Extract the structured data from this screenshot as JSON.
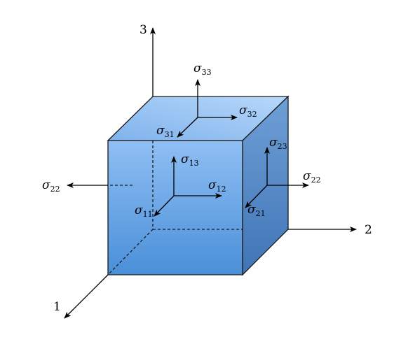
{
  "axes": {
    "axis_1": "1",
    "axis_2": "2",
    "axis_3": "3"
  },
  "stress_labels": {
    "s33": {
      "symbol": "σ",
      "sub": "33"
    },
    "s32": {
      "symbol": "σ",
      "sub": "32"
    },
    "s31": {
      "symbol": "σ",
      "sub": "31"
    },
    "s23": {
      "symbol": "σ",
      "sub": "23"
    },
    "s22_right": {
      "symbol": "σ",
      "sub": "22"
    },
    "s21": {
      "symbol": "σ",
      "sub": "21"
    },
    "s13": {
      "symbol": "σ",
      "sub": "13"
    },
    "s12": {
      "symbol": "σ",
      "sub": "12"
    },
    "s11": {
      "symbol": "σ",
      "sub": "11"
    },
    "s22_left": {
      "symbol": "σ",
      "sub": "22"
    }
  },
  "colors": {
    "cube_front_top": "#8fbff4",
    "cube_front_bottom": "#4a8fd8",
    "cube_top_light": "#b8d8fa",
    "cube_top_dark": "#7fb2ec",
    "cube_side_top": "#6f9fd6",
    "cube_side_bottom": "#3f74b6",
    "edge": "#1a1a1a",
    "arrow": "#000000"
  }
}
